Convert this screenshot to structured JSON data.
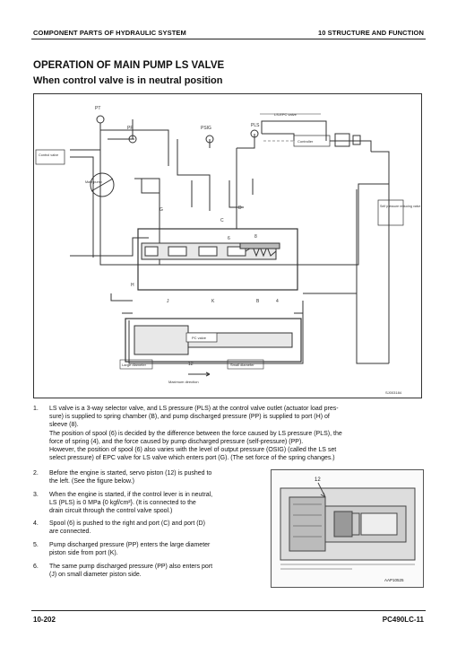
{
  "header": {
    "left": "COMPONENT PARTS OF HYDRAULIC SYSTEM",
    "right": "10 STRUCTURE AND FUNCTION"
  },
  "title": "OPERATION OF MAIN PUMP LS VALVE",
  "subtitle": "When control valve is in neutral position",
  "diagram": {
    "labels": {
      "pt": "PT",
      "pp": "PP",
      "psig": "PSIG",
      "pls": "PLS",
      "ls_epc_valve": "LS-EPC valve",
      "controller": "Controller",
      "control_valve": "Control valve",
      "main_pump": "Main pump",
      "self_pressure_reducing_valve": "Self pressure reducing valve",
      "pc_valve": "PC valve",
      "large_diameter": "Large diameter",
      "small_diameter": "Small diameter",
      "maximum_direction": "Maximum direction",
      "g": "G",
      "c": "C",
      "d": "D",
      "h": "H",
      "j": "J",
      "k": "K",
      "b": "B",
      "n4": "4",
      "n6": "6",
      "n8": "8",
      "n12": "12",
      "figure_code": "SJ003184"
    }
  },
  "steps": [
    {
      "num": "1.",
      "lines": [
        "LS valve is a 3-way selector valve, and LS pressure (PLS) at the control valve outlet (actuator load pres-",
        "sure) is supplied to spring chamber (B), and pump discharged pressure (PP) is supplied to port (H) of",
        "sleeve (8).",
        "The position of spool (6) is decided by the difference between the force caused by LS pressure (PLS), the",
        "force of spring (4), and the force caused by pump discharged pressure (self-pressure) (PP).",
        "However, the position of spool (6) also varies with the level of output pressure (OSIG) (called the LS set",
        "select pressure) of EPC valve for LS valve which enters port (G). (The set force of the spring changes.)"
      ]
    },
    {
      "num": "2.",
      "lines": [
        "Before the engine is started, servo piston (12) is pushed to",
        "the left. (See the figure below.)"
      ]
    },
    {
      "num": "3.",
      "lines": [
        "When the engine is started, if the control lever is in neutral,",
        "LS (PLS) is 0 MPa {0 kgf/cm²}. (It is connected to the",
        "drain circuit through the control valve spool.)"
      ]
    },
    {
      "num": "4.",
      "lines": [
        "Spool (6) is pushed to the right and port (C) and port (D)",
        "are connected."
      ]
    },
    {
      "num": "5.",
      "lines": [
        "Pump discharged pressure (PP) enters the large diameter",
        "piston side from port (K)."
      ]
    },
    {
      "num": "6.",
      "lines": [
        "The same pump discharged pressure (PP) also enters port",
        "(J) on small diameter piston side."
      ]
    }
  ],
  "photo": {
    "label_12": "12",
    "code": "AAP10525"
  },
  "footer": {
    "left": "10-202",
    "right": "PC490LC-11"
  }
}
